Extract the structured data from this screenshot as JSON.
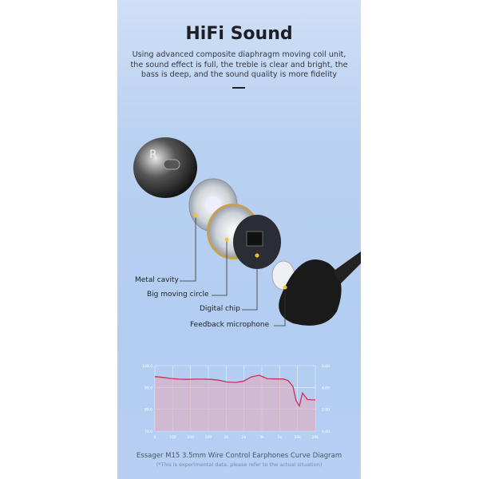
{
  "header": {
    "title": "HiFi Sound",
    "description": "Using advanced composite diaphragm moving coil unit, the sound effect is full, the treble is clear and bright, the bass is deep, and the sound quality is more fidelity"
  },
  "earbud": {
    "letter": "R"
  },
  "parts": [
    "Metal cavity",
    "Big moving circle",
    "Digital chip",
    "Feedback microphone"
  ],
  "colors": {
    "curve": "#c8305a",
    "fill": "#e8a8b8",
    "background": "#b9d1f1"
  },
  "chart_data": {
    "type": "area",
    "title": "Essager M15 3.5mm Wire Control Earphones Curve Diagram",
    "note": "(*This is experimental data, please refer to the actual situation)",
    "x_ticks": [
      "0",
      "100",
      "200",
      "500",
      "1k",
      "2k",
      "3k",
      "5k",
      "10k",
      "20k"
    ],
    "y_left_ticks": [
      "100.0",
      "90.0",
      "80.0",
      "70.0"
    ],
    "y_right_ticks": [
      "6.00",
      "4.00",
      "2.00",
      "0.00"
    ],
    "ylim": [
      70,
      100
    ],
    "grid": true,
    "x_index": [
      0,
      0.5,
      1,
      1.5,
      2,
      2.5,
      3,
      3.5,
      4,
      4.5,
      5,
      5.5,
      6,
      6.5,
      7,
      7.5,
      8,
      8.3,
      8.6,
      8.8,
      9,
      9.2,
      9.5,
      9.8,
      10
    ],
    "values": [
      95,
      94.6,
      94.1,
      93.8,
      93.7,
      93.8,
      93.8,
      93.7,
      93.3,
      92.5,
      92.3,
      92.8,
      94.8,
      95.6,
      94,
      93.9,
      93.9,
      93.2,
      90.5,
      84,
      81.5,
      87.5,
      84.5,
      84.3,
      84.3
    ]
  }
}
